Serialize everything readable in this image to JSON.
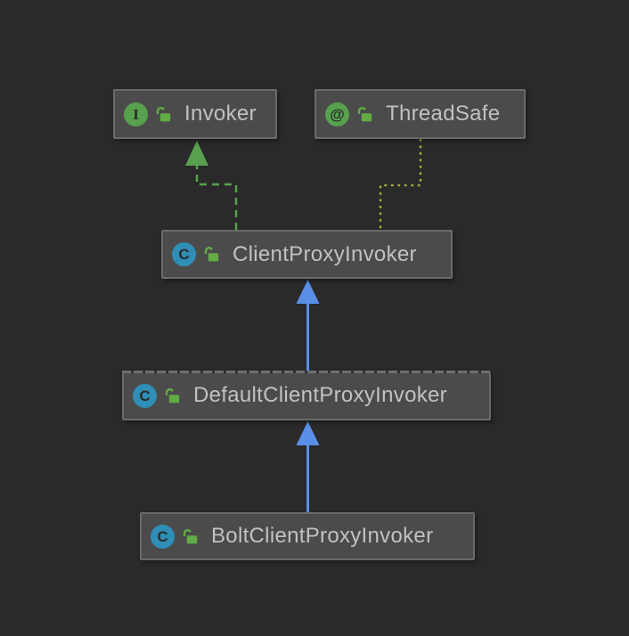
{
  "diagram": {
    "kind": "uml-class-hierarchy",
    "nodes": [
      {
        "id": "invoker",
        "label": "Invoker",
        "stereotype": "interface",
        "badge_letter": "I",
        "icon_color": "#57a14e",
        "visibility": "public-unlocked"
      },
      {
        "id": "threadsafe",
        "label": "ThreadSafe",
        "stereotype": "annotation",
        "badge_letter": "@",
        "icon_color": "#57a14e",
        "visibility": "public-unlocked"
      },
      {
        "id": "clientproxyinvoker",
        "label": "ClientProxyInvoker",
        "stereotype": "class",
        "badge_letter": "C",
        "icon_color": "#2f8eb5",
        "visibility": "public-unlocked"
      },
      {
        "id": "defaultclientproxyinvoker",
        "label": "DefaultClientProxyInvoker",
        "stereotype": "class",
        "badge_letter": "C",
        "icon_color": "#2f8eb5",
        "visibility": "public-unlocked"
      },
      {
        "id": "boltclientproxyinvoker",
        "label": "BoltClientProxyInvoker",
        "stereotype": "class",
        "badge_letter": "C",
        "icon_color": "#2f8eb5",
        "visibility": "public-unlocked"
      }
    ],
    "edges": [
      {
        "from": "ClientProxyInvoker",
        "to": "Invoker",
        "type": "implements",
        "line_style": "dashed",
        "arrowhead": "filled-triangle"
      },
      {
        "from": "ClientProxyInvoker",
        "to": "ThreadSafe",
        "type": "annotation",
        "line_style": "dotted",
        "arrowhead": "none"
      },
      {
        "from": "DefaultClientProxyInvoker",
        "to": "ClientProxyInvoker",
        "type": "extends",
        "line_style": "solid",
        "arrowhead": "filled-triangle"
      },
      {
        "from": "BoltClientProxyInvoker",
        "to": "DefaultClientProxyInvoker",
        "type": "extends",
        "line_style": "solid",
        "arrowhead": "filled-triangle"
      }
    ]
  },
  "colors": {
    "background": "#2a2a2b",
    "node_fill": "#4b4b4b",
    "node_border": "#6a6a6a",
    "label_text": "#c0c1c3",
    "icon_glyph": "#2b2b2b",
    "lock_green": "#62ab45",
    "implements_edge": "#57a14e",
    "annotation_edge": "#a8a93c",
    "extends_edge": "#5a8fe8"
  }
}
